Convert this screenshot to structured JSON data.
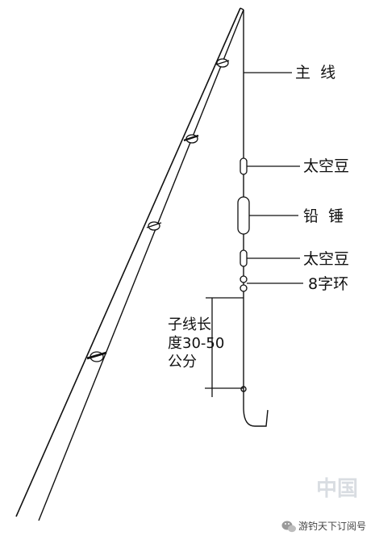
{
  "labels": {
    "main_line": "主  线",
    "space_bean_top": "太空豆",
    "lead_weight": "铅  锤",
    "space_bean_bottom": "太空豆",
    "swivel": "8字环",
    "leader_length_line1": "子线长",
    "leader_length_line2": "度30-50",
    "leader_length_line3": "公分"
  },
  "watermark": "中国",
  "footer": {
    "source": "游钓天下订阅号",
    "icon": "wechat-icon"
  }
}
